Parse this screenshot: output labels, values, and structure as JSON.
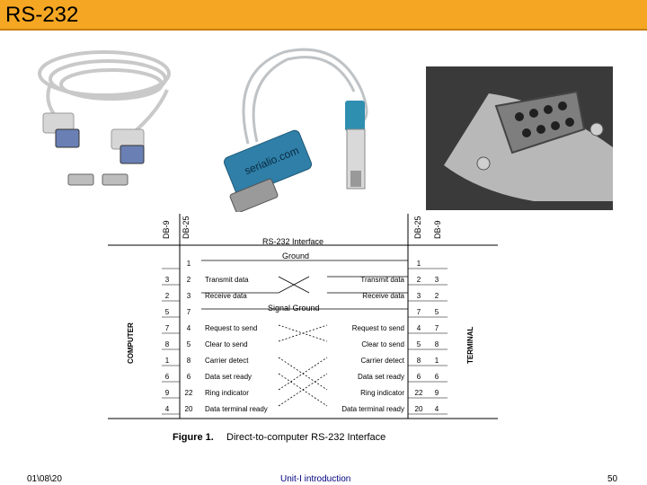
{
  "slide": {
    "title": "RS-232",
    "footer_left": "01\\08\\20",
    "footer_center": "Unit-I introduction",
    "page_number": "50",
    "accent_color": "#f5a623"
  },
  "photos": {
    "usb_brand": "serialio.com"
  },
  "figure": {
    "caption_bold": "Figure 1.",
    "caption_text": "Direct-to-computer RS-232 Interface",
    "interface_title": "RS-232 Interface",
    "ground_label": "Ground",
    "signal_ground_label": "Signal Ground",
    "computer_label": "COMPUTER",
    "terminal_label": "TERMINAL",
    "left_headers": [
      "DB-9",
      "DB-25"
    ],
    "right_headers": [
      "DB-25",
      "DB-9"
    ],
    "rows": [
      {
        "l9": "",
        "l25": "1",
        "left_signal": "",
        "right_signal": "",
        "r25": "1",
        "r9": ""
      },
      {
        "l9": "3",
        "l25": "2",
        "left_signal": "Transmit data",
        "right_signal": "Transmit data",
        "r25": "2",
        "r9": "3"
      },
      {
        "l9": "2",
        "l25": "3",
        "left_signal": "Receive data",
        "right_signal": "Receive data",
        "r25": "3",
        "r9": "2"
      },
      {
        "l9": "5",
        "l25": "7",
        "left_signal": "",
        "right_signal": "",
        "r25": "7",
        "r9": "5"
      },
      {
        "l9": "7",
        "l25": "4",
        "left_signal": "Request to send",
        "right_signal": "Request to send",
        "r25": "4",
        "r9": "7"
      },
      {
        "l9": "8",
        "l25": "5",
        "left_signal": "Clear to send",
        "right_signal": "Clear to send",
        "r25": "5",
        "r9": "8"
      },
      {
        "l9": "1",
        "l25": "8",
        "left_signal": "Carrier detect",
        "right_signal": "Carrier detect",
        "r25": "8",
        "r9": "1"
      },
      {
        "l9": "6",
        "l25": "6",
        "left_signal": "Data set ready",
        "right_signal": "Data set ready",
        "r25": "6",
        "r9": "6"
      },
      {
        "l9": "9",
        "l25": "22",
        "left_signal": "Ring indicator",
        "right_signal": "Ring indicator",
        "r25": "22",
        "r9": "9"
      },
      {
        "l9": "4",
        "l25": "20",
        "left_signal": "Data terminal ready",
        "right_signal": "Data terminal ready",
        "r25": "20",
        "r9": "4"
      }
    ]
  }
}
